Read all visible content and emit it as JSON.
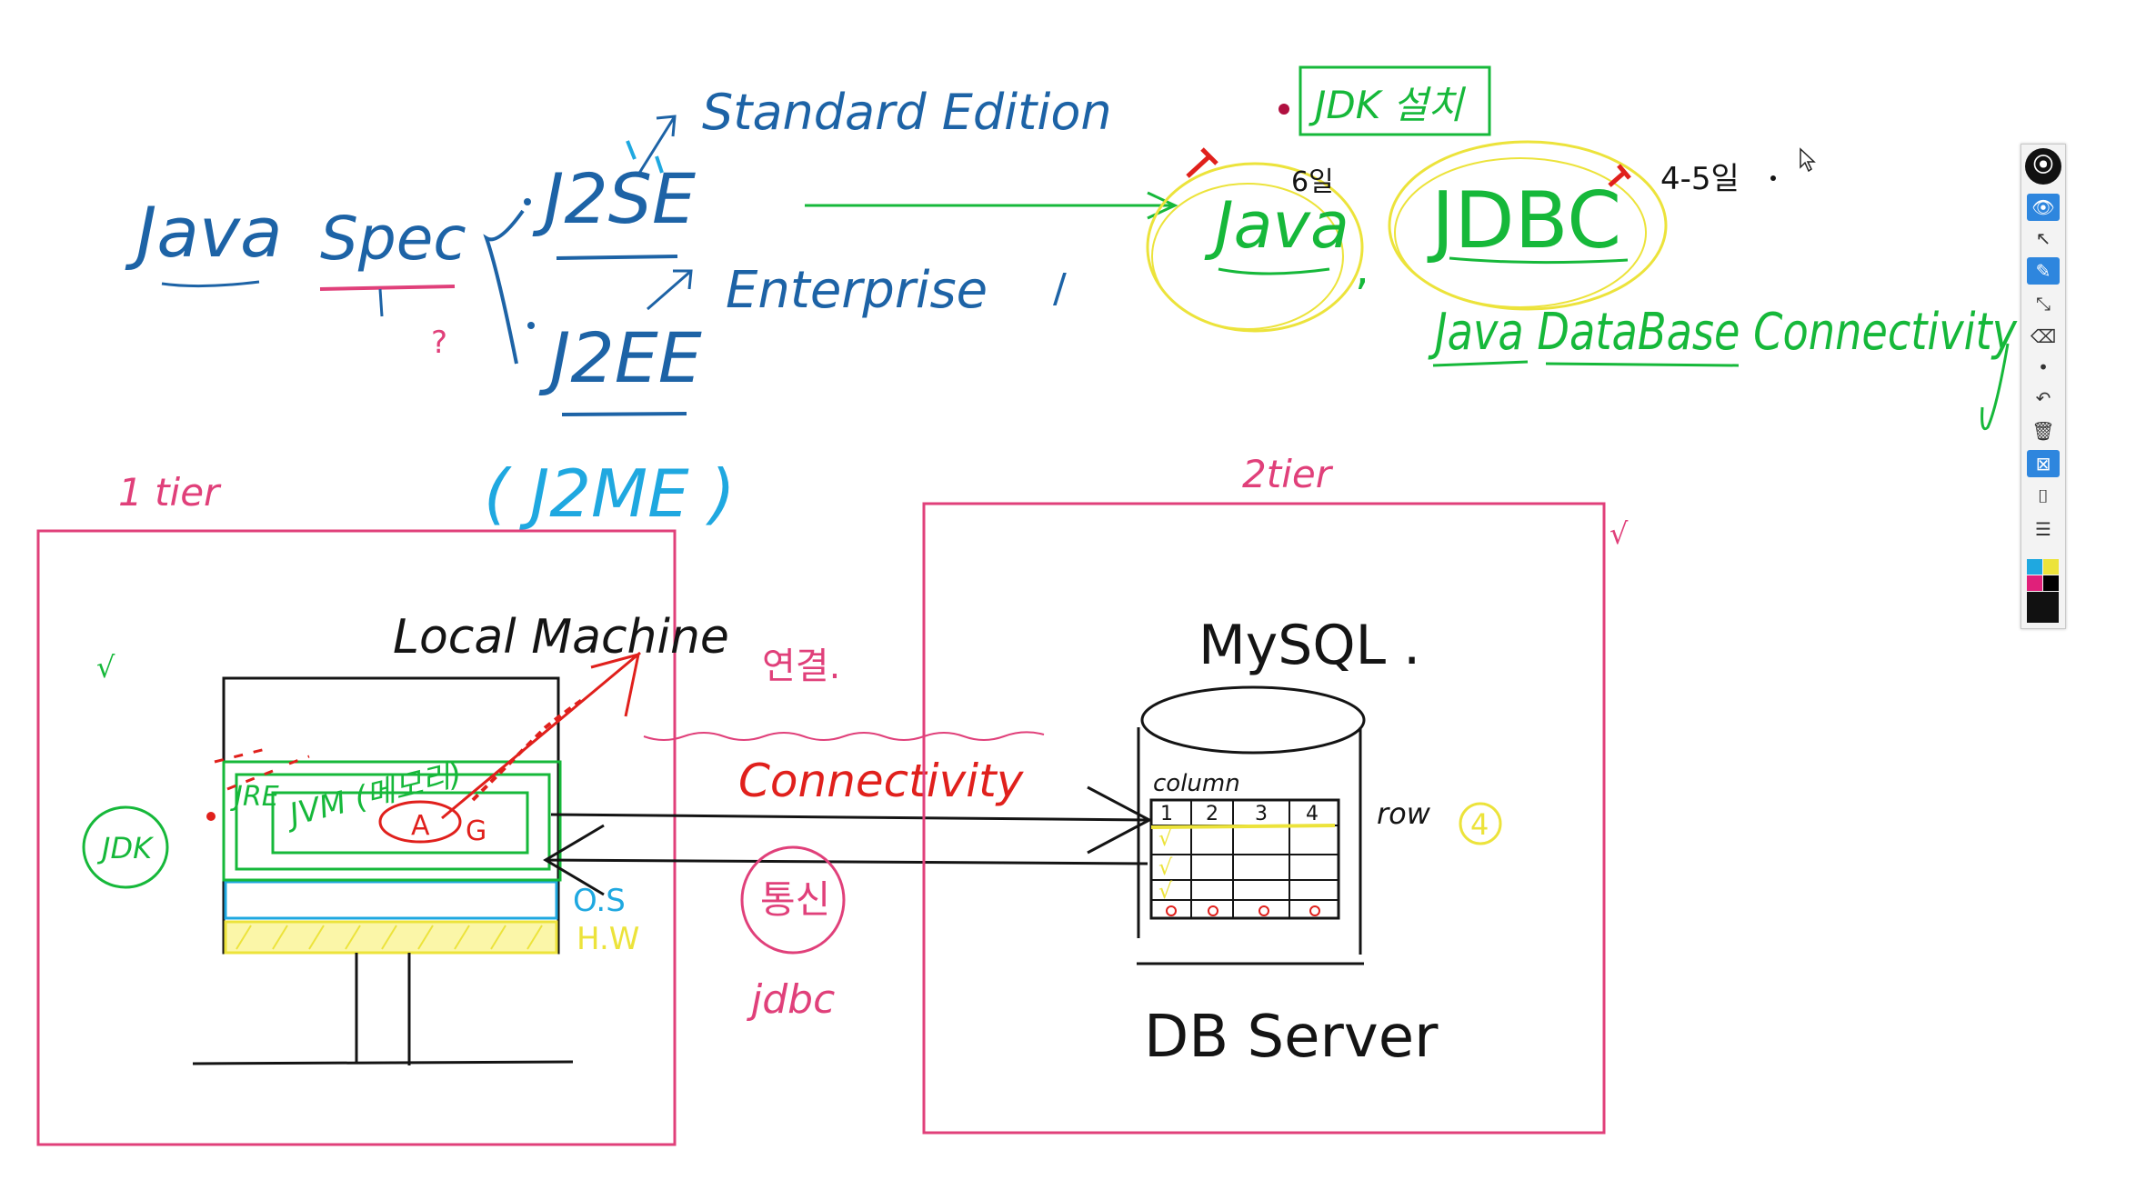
{
  "colors": {
    "blue": "#1d63a6",
    "cyan": "#1fa8e0",
    "green": "#16b83a",
    "red": "#e0201c",
    "pink": "#e0407a",
    "yellow": "#ece33b",
    "black": "#141414"
  },
  "top": {
    "java": "Java",
    "spec": "Spec",
    "question": "?",
    "j2se": "J2SE",
    "j2ee": "J2EE",
    "j2me": "( J2ME )",
    "standard_edition": "Standard Edition",
    "enterprise": "Enterprise",
    "slash": "/",
    "jdk_install": "JDK 설치",
    "java_circled": "Java",
    "version": "6일",
    "jdbc": "JDBC",
    "days": "4-5일",
    "jdbc_meaning": "Java DataBase Connectivity"
  },
  "tier1": {
    "label": "1 tier",
    "local_machine": "Local Machine",
    "jdk": "JDK",
    "jre": "JRE",
    "jvm": "JVM (메모리)",
    "app_a": "A",
    "app_g": "G",
    "os": "O.S",
    "hw": "H.W"
  },
  "middle": {
    "connect_ko": "연결.",
    "connectivity": "Connectivity",
    "comm_ko": "통신",
    "jdbc_lower": "jdbc"
  },
  "tier2": {
    "label": "2tier",
    "mysql": "MySQL .",
    "column": "column",
    "row": "row",
    "row_count": "4",
    "table_header": [
      "1",
      "2",
      "3",
      "4"
    ],
    "db_server": "DB Server"
  },
  "toolbar": {
    "tools": [
      "eye-icon",
      "cursor-icon",
      "pen-icon",
      "line-icon",
      "eraser-icon",
      "dot-icon",
      "undo-icon",
      "trash-icon",
      "clear-icon",
      "camera-icon",
      "clipboard-icon"
    ],
    "swatches": [
      "#1fa8e0",
      "#ece33b",
      "#e0207a",
      "#000000",
      "#111111",
      "#111111"
    ]
  }
}
